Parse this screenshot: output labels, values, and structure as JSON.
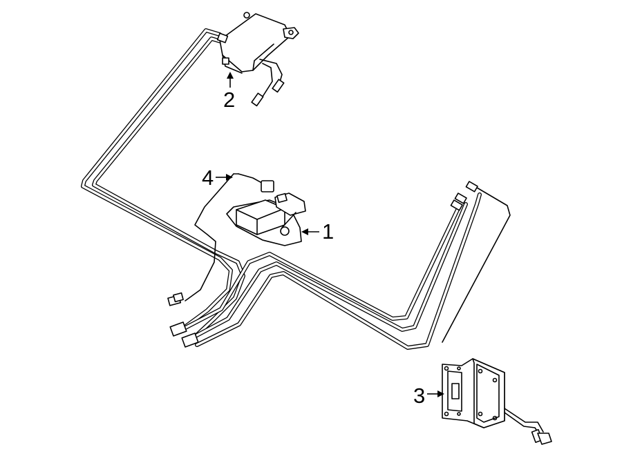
{
  "callouts": [
    {
      "number": "1",
      "part": "control-module"
    },
    {
      "number": "2",
      "part": "upper-sensor"
    },
    {
      "number": "3",
      "part": "side-sensor"
    },
    {
      "number": "4",
      "part": "harness-connector"
    }
  ]
}
